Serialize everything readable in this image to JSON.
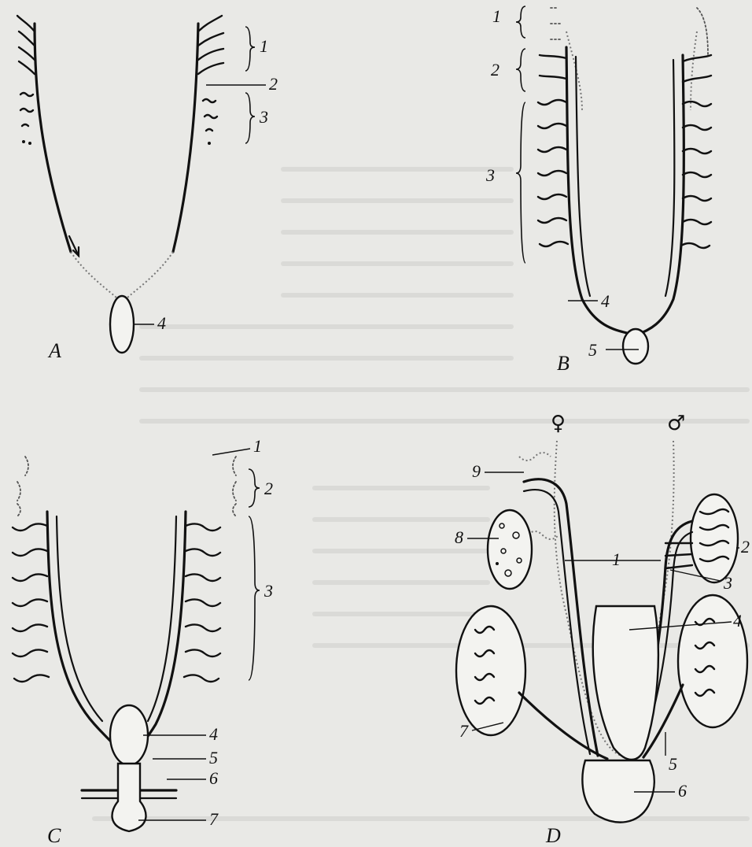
{
  "panels": [
    {
      "id": "A",
      "letter": "A",
      "labels": [
        "1",
        "2",
        "3",
        "4"
      ]
    },
    {
      "id": "B",
      "letter": "B",
      "labels": [
        "1",
        "2",
        "3",
        "4",
        "5"
      ]
    },
    {
      "id": "C",
      "letter": "C",
      "labels": [
        "1",
        "2",
        "3",
        "4",
        "5",
        "6",
        "7"
      ]
    },
    {
      "id": "D",
      "letter": "D",
      "labels": [
        "1",
        "2",
        "3",
        "4",
        "5",
        "6",
        "7",
        "8",
        "9"
      ],
      "female_symbol": "♀",
      "male_symbol": "♂"
    }
  ],
  "colors": {
    "ink": "#111111",
    "paper": "#e9e9e6"
  },
  "icons": {
    "female": "female-symbol-icon",
    "male": "male-symbol-icon"
  }
}
